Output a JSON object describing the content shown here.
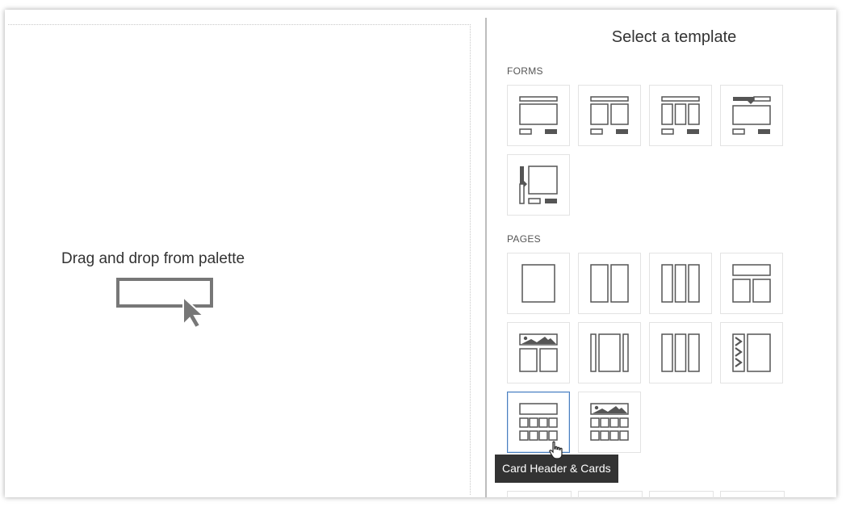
{
  "canvas": {
    "drop_hint": "Drag and drop from palette"
  },
  "panel": {
    "title": "Select a template",
    "forms_label": "FORMS",
    "pages_label": "PAGES"
  },
  "tooltip": {
    "text": "Card Header & Cards"
  },
  "colors": {
    "icon_stroke": "#555555",
    "selected_border": "#4a7fbf",
    "tooltip_bg": "#333333"
  }
}
